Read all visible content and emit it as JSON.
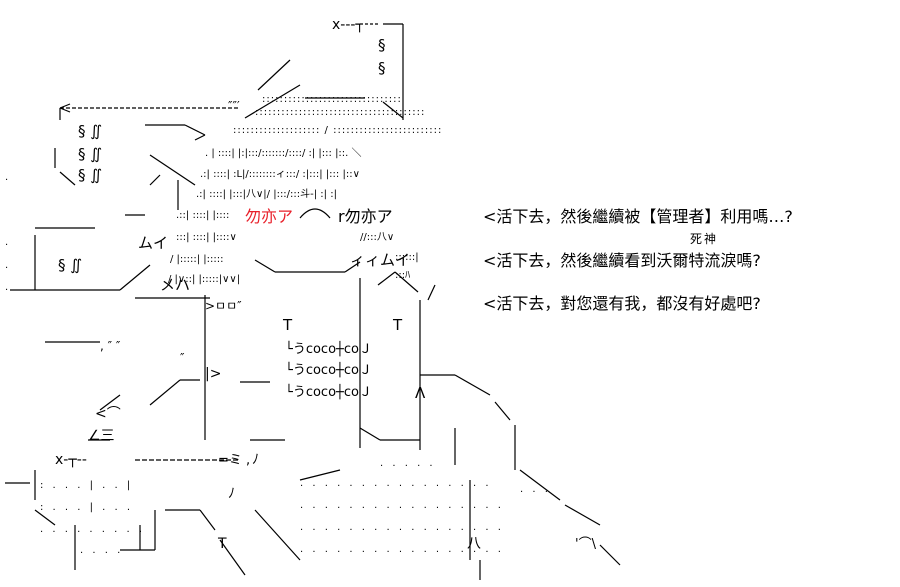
{
  "colors": {
    "ink": "#000000",
    "accent": "#e8202a",
    "background": "#ffffff"
  },
  "art": {
    "tag_x_top": "x---┐",
    "section_1": "§",
    "section_2": "§",
    "sigil_1": "§ ∬",
    "sigil_2": "§ ∬",
    "sigil_3": "§ ∬",
    "sigil_4": "§ ∬",
    "eye_left": "勿亦ア",
    "eye_right": "r勿亦ア",
    "kana_mui_left": "ムイ",
    "kana_mui_right": "ィィムイ",
    "kana_me": "メハ",
    "kana_shi": "ﾊ'",
    "kana_a": "ﾊ",
    "chain_1": "└うcoco┼coＪ",
    "chain_2": "└うcoco┼coＪ",
    "chain_3": "└うcoco┼coＪ",
    "lambda": "Λ",
    "t_left": "T",
    "t_right": "T",
    "bottom_x": "x-┬--",
    "bottom_hachi": "八",
    "bottom_t": "T",
    "face_small": "'⌒\\"
  },
  "dialogue": {
    "line1_prefix": "<活下去，然後繼續被【管理者】利用嗎…?",
    "ruby": "死神",
    "line2": "<活下去，然後繼續看到沃爾特流淚嗎?",
    "line3": "<活下去，對您還有我，都沒有好處吧?"
  }
}
